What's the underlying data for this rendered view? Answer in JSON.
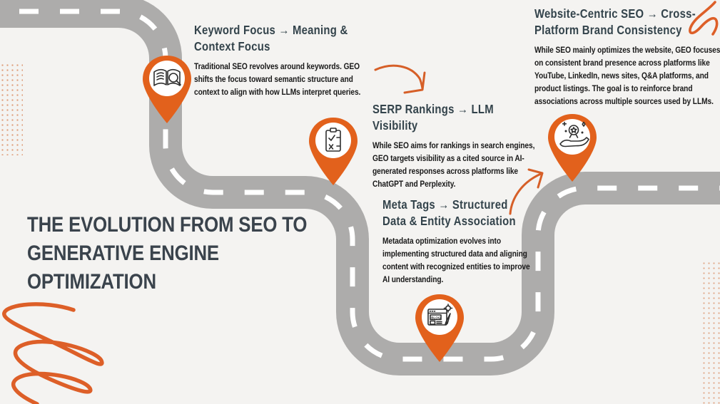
{
  "title": {
    "full": "THE EVOLUTION FROM SEO TO GENERATIVE ENGINE OPTIMIZATION",
    "lines": [
      "THE EVOLUTION FROM SEO TO",
      "GENERATIVE ENGINE",
      "OPTIMIZATION"
    ]
  },
  "milestones": [
    {
      "icon": "book-magnifier-icon",
      "heading": "Keyword Focus → Meaning & Context Focus",
      "body": "Traditional SEO revolves around keywords. GEO shifts the focus toward semantic structure and context to align with how LLMs interpret queries."
    },
    {
      "icon": "checklist-clipboard-icon",
      "heading": "SERP Rankings → LLM Visibility",
      "body": "While SEO aims for rankings in search engines, GEO targets visibility as a cited source in AI-generated responses across platforms like ChatGPT and Perplexity."
    },
    {
      "icon": "blog-page-icon",
      "icon_label": "BLOG",
      "heading": "Meta Tags → Structured Data & Entity Association",
      "body": "Metadata optimization evolves into implementing structured data and aligning content with recognized entities to improve AI understanding."
    },
    {
      "icon": "hand-award-icon",
      "heading": "Website-Centric SEO → Cross-Platform Brand Consistency",
      "body": "While SEO mainly optimizes the website, GEO focuses on consistent brand presence across platforms like YouTube, LinkedIn, news sites, Q&A platforms, and product listings. The goal is to reinforce brand associations across multiple sources used by LLMs."
    }
  ],
  "colors": {
    "background": "#f4f3f1",
    "road": "#adacab",
    "road_dash": "#ffffff",
    "pin_orange": "#e2611c",
    "accent_orange": "#dd5f28",
    "dot_grid_orange": "#d98a60",
    "title_text": "#3a434c",
    "heading_text": "#33434b",
    "body_text": "#191919"
  }
}
